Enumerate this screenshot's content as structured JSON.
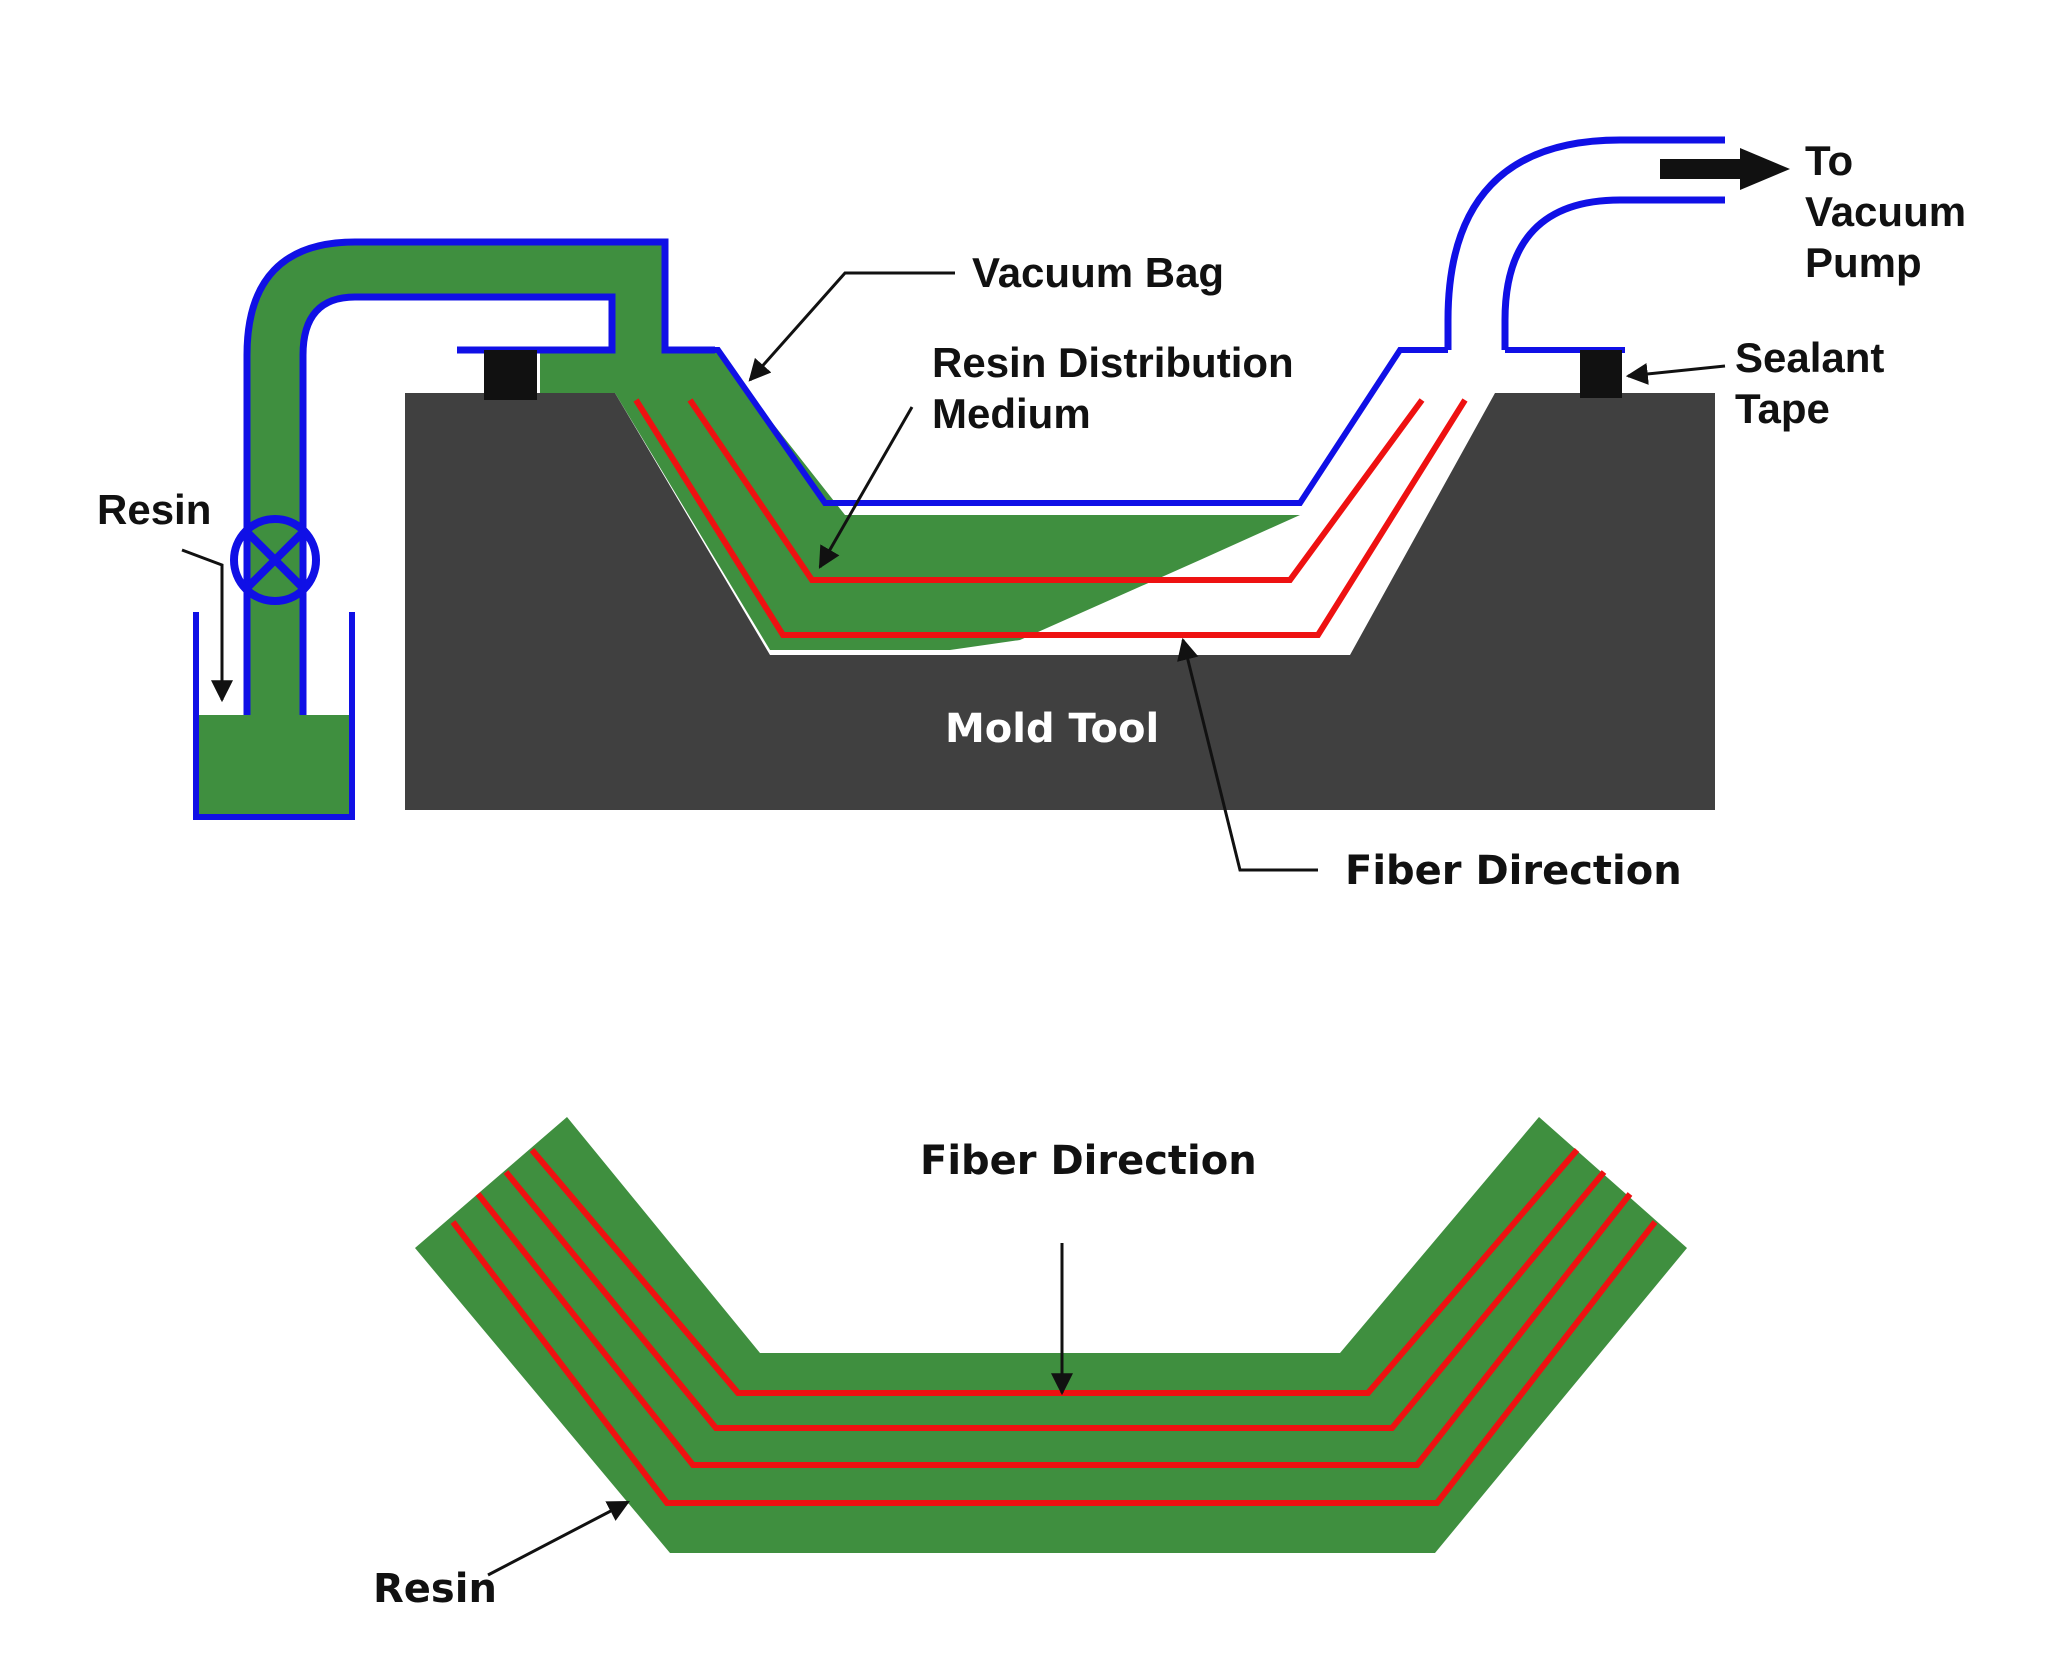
{
  "colors": {
    "background": "#ffffff",
    "mold": "#404040",
    "resin": "#3f8f3f",
    "bag": "#1010e6",
    "fiber": "#ee1111",
    "sealant": "#111111",
    "arrow": "#111111",
    "label": "#111111",
    "mold_label": "#ffffff"
  },
  "top_diagram": {
    "labels": {
      "vacuum_bag": "Vacuum Bag",
      "resin_distribution_line1": "Resin Distribution",
      "resin_distribution_line2": "Medium",
      "to_vacuum_line1": "To",
      "to_vacuum_line2": "Vacuum",
      "to_vacuum_line3": "Pump",
      "sealant_line1": "Sealant",
      "sealant_line2": "Tape",
      "resin": "Resin",
      "mold_tool": "Mold Tool",
      "fiber_direction": "Fiber Direction"
    },
    "icons": {
      "valve": "valve-icon",
      "flow_arrow": "arrow-right-icon"
    }
  },
  "bottom_diagram": {
    "labels": {
      "fiber_direction": "Fiber Direction",
      "resin": "Resin"
    },
    "fiber_layer_count": 4
  }
}
